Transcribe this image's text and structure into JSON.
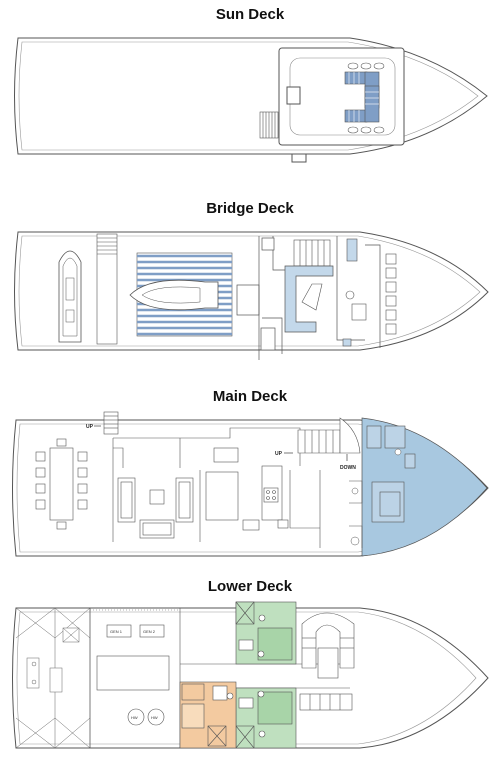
{
  "decks": {
    "sun": {
      "title": "Sun Deck"
    },
    "bridge": {
      "title": "Bridge Deck"
    },
    "main": {
      "title": "Main Deck",
      "labels": {
        "up_left": "UP",
        "up_right": "UP",
        "down": "DOWN"
      }
    },
    "lower": {
      "title": "Lower Deck",
      "labels": {
        "gen1": "GEN 1",
        "gen2": "GEN 2",
        "hw1": "HW",
        "hw2": "HW"
      }
    }
  },
  "colors": {
    "line": "#555555",
    "blue_fill": "#a8c8e0",
    "light_blue": "#c3d8ea",
    "stripe_blue": "#7f9ec6",
    "green_fill": "#bfe0bf",
    "orange_fill": "#f3caa0"
  }
}
